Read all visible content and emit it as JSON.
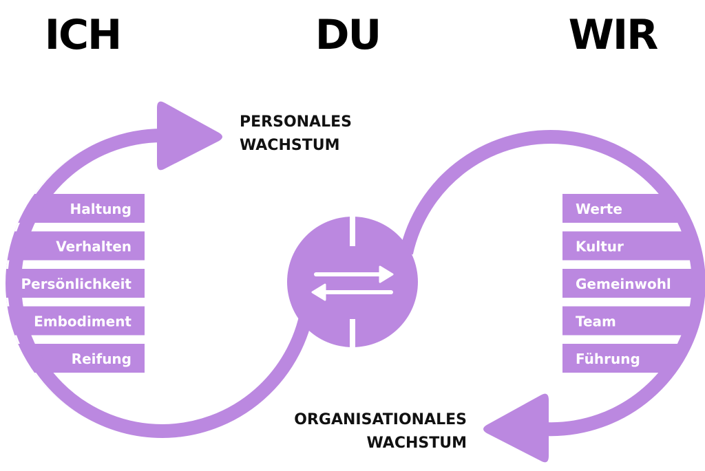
{
  "headings": {
    "ich": "ICH",
    "du": "DU",
    "wir": "WIR"
  },
  "captions": {
    "personal": {
      "line1": "PERSONALES",
      "line2": "WACHSTUM"
    },
    "organisational": {
      "line1": "ORGANISATIONALES",
      "line2": "WACHSTUM"
    }
  },
  "left_items": [
    "Haltung",
    "Verhalten",
    "Persönlichkeit",
    "Embodiment",
    "Reifung"
  ],
  "right_items": [
    "Werte",
    "Kultur",
    "Gemeinwohl",
    "Team",
    "Führung"
  ],
  "center": {
    "icon": "exchange-arrows-icon"
  },
  "colors": {
    "accent": "#BB88E0",
    "text": "#000000",
    "bar_text": "#FFFFFF",
    "background": "#FFFFFF"
  }
}
